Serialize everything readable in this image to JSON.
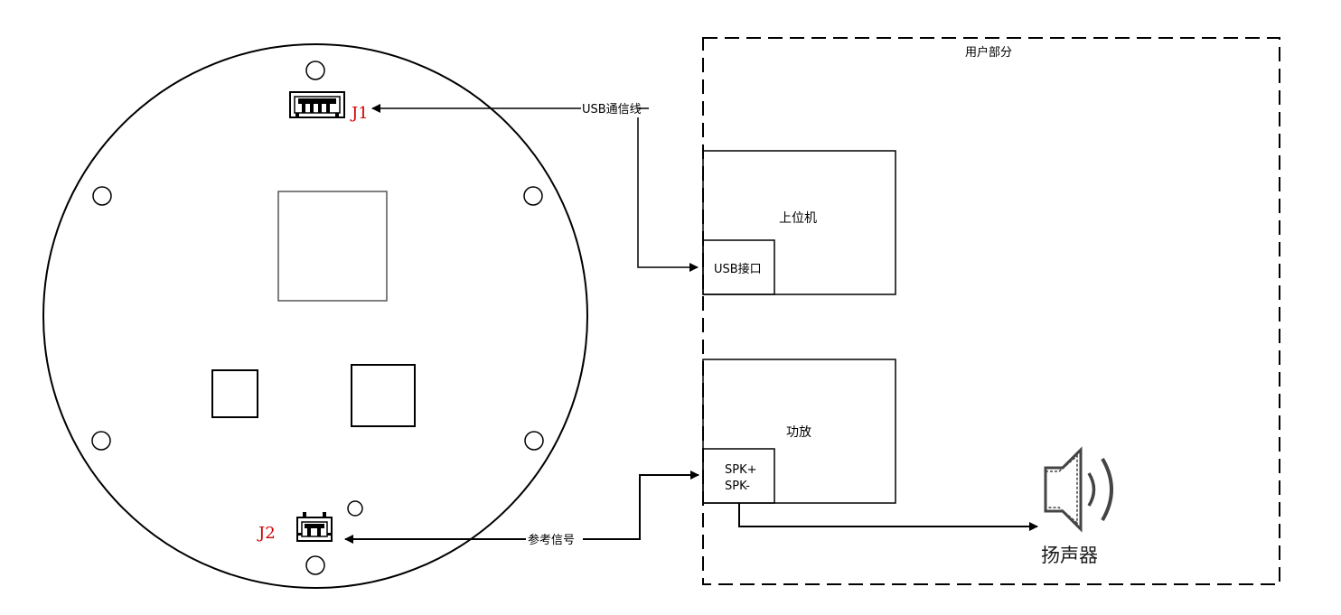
{
  "board": {
    "connector_j1_label": "J1",
    "connector_j2_label": "J2"
  },
  "links": {
    "usb_cable_label": "USB通信线",
    "reference_signal_label": "参考信号"
  },
  "user_section": {
    "title": "用户部分",
    "host": {
      "label": "上位机",
      "usb_port_label": "USB接口"
    },
    "amplifier": {
      "label": "功放",
      "spk_plus_label": "SPK+",
      "spk_minus_label": "SPK-"
    },
    "speaker_label": "扬声器"
  },
  "colors": {
    "line": "#000000",
    "connector_label": "#d00000",
    "speaker_icon": "#444444"
  }
}
